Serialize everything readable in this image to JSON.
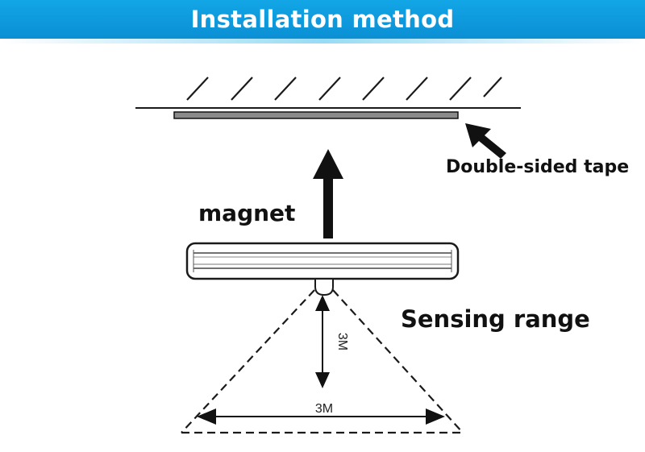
{
  "header": {
    "title": "Installation method"
  },
  "labels": {
    "tape": "Double-sided tape",
    "magnet": "magnet",
    "sensing_range": "Sensing range",
    "vertical_distance": "3M",
    "horizontal_distance": "3M"
  },
  "colors": {
    "banner": "#0b9ce0",
    "banner_text": "#ffffff",
    "line": "#1a1a1a",
    "tape_strip": "#8a8a8a"
  }
}
